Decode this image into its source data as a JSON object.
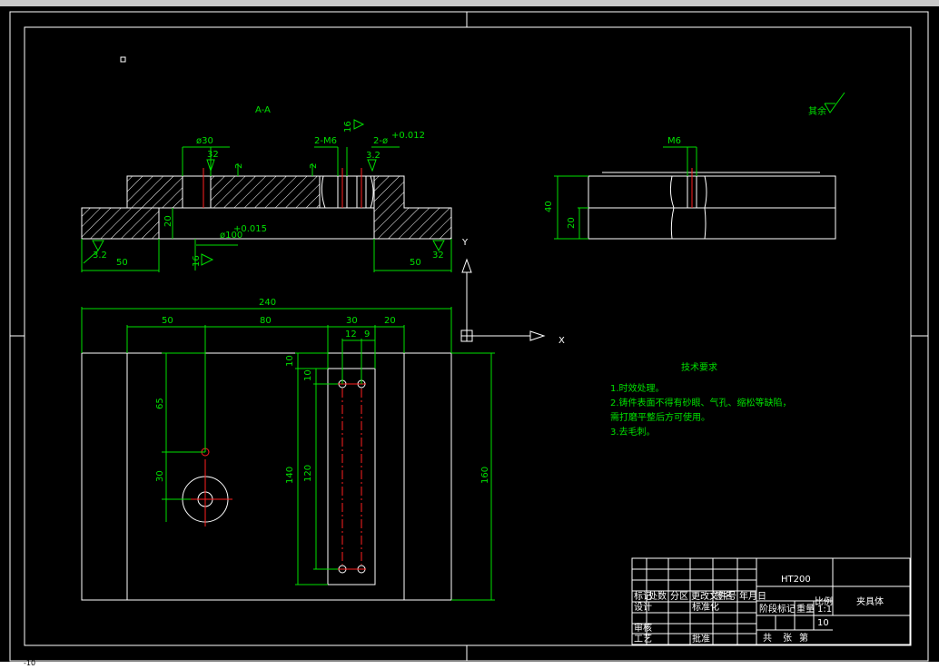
{
  "section_label": "A-A",
  "section_dims": {
    "phi30": "ø30",
    "r32a": "32",
    "two": "2",
    "two_m6": "2-M6",
    "sixteen_top": "16",
    "two_b": "2",
    "two_phi": "2-ø",
    "tol_top": "+0.012",
    "r32b": "3.2",
    "phi100": "ø100",
    "tol_100": "+0.015",
    "twenty": "20",
    "fifty_l": "50",
    "fifty_r": "50",
    "r32_left": "3.2",
    "r32_right": "32",
    "sixteen_bottom": "16"
  },
  "side_dims": {
    "m6": "M6",
    "forty": "40",
    "twenty": "20"
  },
  "plan_dims": {
    "d240": "240",
    "d50": "50",
    "d80": "80",
    "d30": "30",
    "d20": "20",
    "d12": "12",
    "d9": "9",
    "d10a": "10",
    "d10b": "10",
    "d65": "65",
    "d30v": "30",
    "d140": "140",
    "d120": "120",
    "d160": "160"
  },
  "roughness_note": "其余",
  "ucs": {
    "y": "Y",
    "x": "X"
  },
  "tech_req": {
    "title": "技术要求",
    "line1": "1.时效处理。",
    "line2": "2.铸件表面不得有砂眼、气孔、缩松等缺陷，",
    "line3": "需打磨平整后方可使用。",
    "line4": "3.去毛刺。"
  },
  "title_block": {
    "material": "HT200",
    "part_name": "夹具体",
    "scale": "1:1",
    "sheet_no": "10",
    "r_biaoji": "标记",
    "r_chushu": "处数",
    "r_fenqu": "分区",
    "r_gengai": "更改文件号",
    "r_qianming": "签名",
    "r_nianyueri": "年月日",
    "r_sheji": "设计",
    "r_biaozhunhua": "标准化",
    "r_shenhe": "审核",
    "r_gongyi": "工艺",
    "r_pizhun": "批准",
    "r_jieduan": "阶段标记",
    "r_zhongliang": "重量",
    "r_bili": "比例",
    "r_gong": "共",
    "r_zhang": "张",
    "r_di": "第"
  },
  "command_line": "-10"
}
